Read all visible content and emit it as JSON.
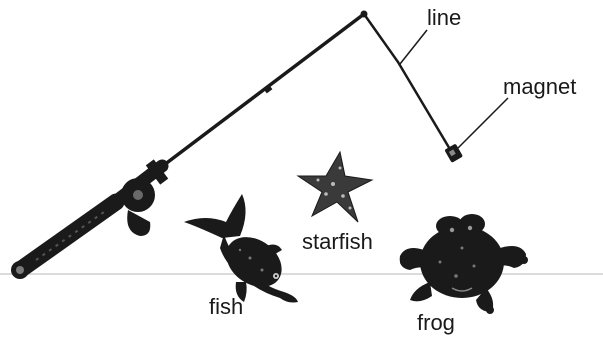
{
  "labels": {
    "line": "line",
    "magnet": "magnet",
    "starfish": "starfish",
    "fish": "fish",
    "frog": "frog"
  },
  "colors": {
    "ink": "#1a1a1a",
    "ground": "#cfcfcf",
    "background": "#ffffff"
  }
}
